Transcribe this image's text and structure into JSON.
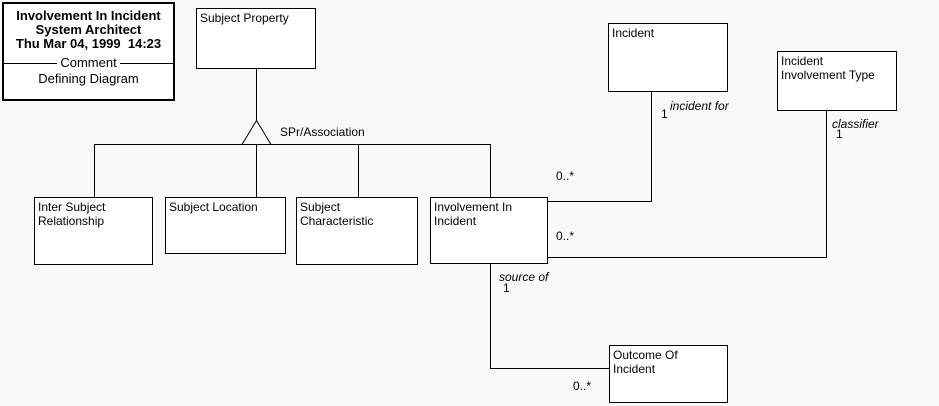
{
  "title_box": {
    "title": "Involvement In Incident",
    "subtitle": "System Architect",
    "timestamp": "Thu Mar 04, 1999  14:23",
    "comment_label": "Comment",
    "comment_text": "Defining Diagram"
  },
  "classes": {
    "subject_property": "Subject Property",
    "incident": "Incident",
    "incident_involvement_type": "Incident\nInvolvement Type",
    "inter_subject_relationship": "Inter Subject\nRelationship",
    "subject_location": "Subject Location",
    "subject_characteristic": "Subject\nCharacteristic",
    "involvement_in_incident": "Involvement In\nIncident",
    "outcome_of_incident": "Outcome Of\nIncident"
  },
  "relationships": {
    "association_label": "SPr/Association",
    "incident_for": "incident for",
    "classifier": "classifier",
    "source_of": "source of",
    "one": "1",
    "zero_many": "0..*"
  },
  "colors": {
    "line": "#000000",
    "box_background": "#ffffff",
    "canvas_background": "#f9f9f9"
  }
}
